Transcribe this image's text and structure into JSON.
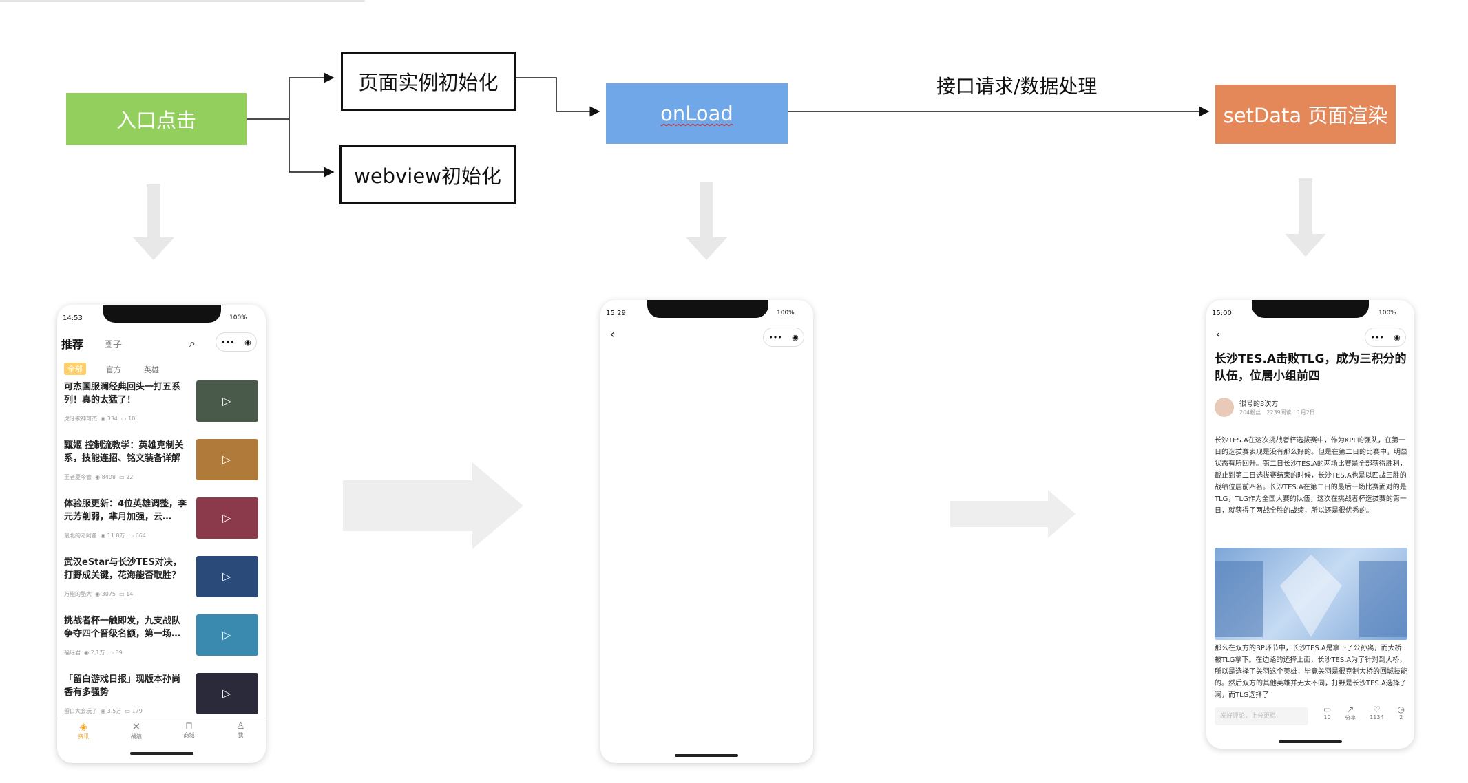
{
  "flow": {
    "entry_click": "入口点击",
    "page_instance_init": "页面实例初始化",
    "webview_init": "webview初始化",
    "onload": "onLoad",
    "api_label": "接口请求/数据处理",
    "setdata": "setData 页面渲染"
  },
  "colors": {
    "green": "#92cf5c",
    "blue": "#6fa7e8",
    "orange": "#e4885a",
    "big_arrow": "#e8e8e8",
    "accent_yellow": "#f5a623"
  },
  "phone1": {
    "time": "14:53",
    "battery": "100%",
    "tab_recommend": "推荐",
    "tab_circle": "圈子",
    "filter_all": "全部",
    "filter_official": "官方",
    "filter_hero": "英雄",
    "items": [
      {
        "title": "可杰国服澜经典回头一打五系列！真的太猛了！",
        "author": "虎牙歌神可杰",
        "views": "334",
        "comments": "10",
        "thumb": "#4a5a4a"
      },
      {
        "title": "甄姬 控制流教学：英雄克制关系，技能连招、铭文装备详解",
        "author": "王者夏今管",
        "views": "8408",
        "comments": "22",
        "thumb": "#b07a3a"
      },
      {
        "title": "体验服更新：4位英雄调整，李元芳削弱，芈月加强，云…",
        "author": "最北的老阿备",
        "views": "11.8万",
        "comments": "664",
        "thumb": "#8a3a4a"
      },
      {
        "title": "武汉eStar与长沙TES对决，打野成关键，花海能否取胜？",
        "author": "万能的酷大",
        "views": "3075",
        "comments": "14",
        "thumb": "#2a4a7a"
      },
      {
        "title": "挑战者杯一触即发，九支战队争夺四个晋级名额，第一场…",
        "author": "福瑶君",
        "views": "2,1万",
        "comments": "39",
        "thumb": "#3a8ab0"
      },
      {
        "title": "「留白游戏日报」现版本孙尚香有多强势",
        "author": "留白大会玩了",
        "views": "3.5万",
        "comments": "179",
        "thumb": "#2a2a3a"
      }
    ],
    "tabbar": [
      "资讯",
      "战绩",
      "商城",
      "我"
    ]
  },
  "phone2": {
    "time": "15:29",
    "battery": "100%"
  },
  "phone3": {
    "time": "15:00",
    "battery": "100%",
    "title": "长沙TES.A击败TLG，成为三积分的队伍，位居小组前四",
    "author": "很号的3次方",
    "author_meta": "204粉丝　2239阅读　1月2日",
    "para1": "长沙TES.A在这次挑战者杯选拔赛中，作为KPL的强队，在第一日的选拔赛表现是没有那么好的。但是在第二日的比赛中，明显状态有所回升。第二日长沙TES.A的两场比赛是全部获得胜利，截止到第二日选拔赛结束的时候，长沙TES.A也是以四战三胜的战绩位居前四名。长沙TES.A在第二日的最后一场比赛面对的是TLG，TLG作为全国大赛的队伍，这次在挑战者杯选拔赛的第一日，就获得了两战全胜的战绩，所以还是很优秀的。",
    "para2": "那么在双方的BP环节中，长沙TES.A是拿下了公孙离，而大桥被TLG拿下。在边路的选择上面，长沙TES.A为了针对到大桥，所以是选择了关羽这个英雄，毕竟关羽是很克制大桥的回城技能的。然后双方的其他英雄并无太不同，打野是长沙TES.A选择了澜，而TLG选择了",
    "comment_placeholder": "发好评论，上分更稳",
    "actions": [
      {
        "icon": "comment-icon",
        "count": "10"
      },
      {
        "icon": "share-icon",
        "count": "分享"
      },
      {
        "icon": "like-icon",
        "count": "1134"
      },
      {
        "icon": "coin-icon",
        "count": "2"
      }
    ]
  }
}
